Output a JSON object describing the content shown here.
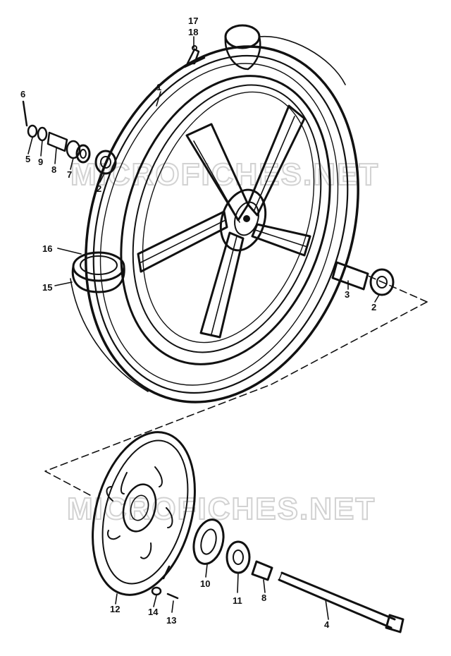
{
  "watermarks": [
    "MICROFICHES.NET",
    "MICROFICHES.NET"
  ],
  "callouts": [
    {
      "id": "p17",
      "text": "17"
    },
    {
      "id": "p18",
      "text": "18"
    },
    {
      "id": "p6",
      "text": "6"
    },
    {
      "id": "p1",
      "text": "1"
    },
    {
      "id": "p5",
      "text": "5"
    },
    {
      "id": "p9",
      "text": "9"
    },
    {
      "id": "p8a",
      "text": "8"
    },
    {
      "id": "p7",
      "text": "7"
    },
    {
      "id": "p2a",
      "text": "2"
    },
    {
      "id": "p16",
      "text": "16"
    },
    {
      "id": "p15",
      "text": "15"
    },
    {
      "id": "p3",
      "text": "3"
    },
    {
      "id": "p2b",
      "text": "2"
    },
    {
      "id": "p10",
      "text": "10"
    },
    {
      "id": "p11",
      "text": "11"
    },
    {
      "id": "p8b",
      "text": "8"
    },
    {
      "id": "p12",
      "text": "12"
    },
    {
      "id": "p14",
      "text": "14"
    },
    {
      "id": "p13",
      "text": "13"
    },
    {
      "id": "p4",
      "text": "4"
    }
  ]
}
